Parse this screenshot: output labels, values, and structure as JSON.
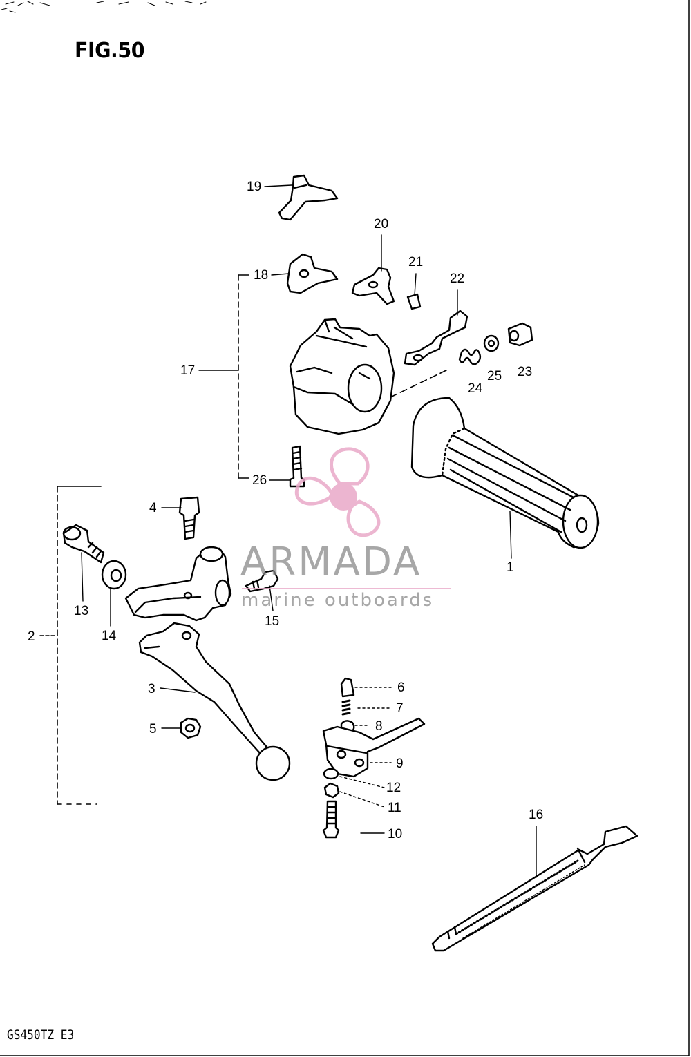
{
  "figure_title": "FIG.50",
  "model_code": "GS450TZ E3",
  "watermark": {
    "name": "ARMADA",
    "tagline": "marine outboards",
    "accent_color": "#e9a9c8"
  },
  "callouts": [
    {
      "id": "1",
      "label": "1"
    },
    {
      "id": "2",
      "label": "2"
    },
    {
      "id": "3",
      "label": "3"
    },
    {
      "id": "4",
      "label": "4"
    },
    {
      "id": "5",
      "label": "5"
    },
    {
      "id": "6",
      "label": "6"
    },
    {
      "id": "7",
      "label": "7"
    },
    {
      "id": "8",
      "label": "8"
    },
    {
      "id": "9",
      "label": "9"
    },
    {
      "id": "10",
      "label": "10"
    },
    {
      "id": "11",
      "label": "11"
    },
    {
      "id": "12",
      "label": "12"
    },
    {
      "id": "13",
      "label": "13"
    },
    {
      "id": "14",
      "label": "14"
    },
    {
      "id": "15",
      "label": "15"
    },
    {
      "id": "16",
      "label": "16"
    },
    {
      "id": "17",
      "label": "17"
    },
    {
      "id": "18",
      "label": "18"
    },
    {
      "id": "19",
      "label": "19"
    },
    {
      "id": "20",
      "label": "20"
    },
    {
      "id": "21",
      "label": "21"
    },
    {
      "id": "22",
      "label": "22"
    },
    {
      "id": "23",
      "label": "23"
    },
    {
      "id": "24",
      "label": "24"
    },
    {
      "id": "25",
      "label": "25"
    },
    {
      "id": "26",
      "label": "26"
    }
  ]
}
